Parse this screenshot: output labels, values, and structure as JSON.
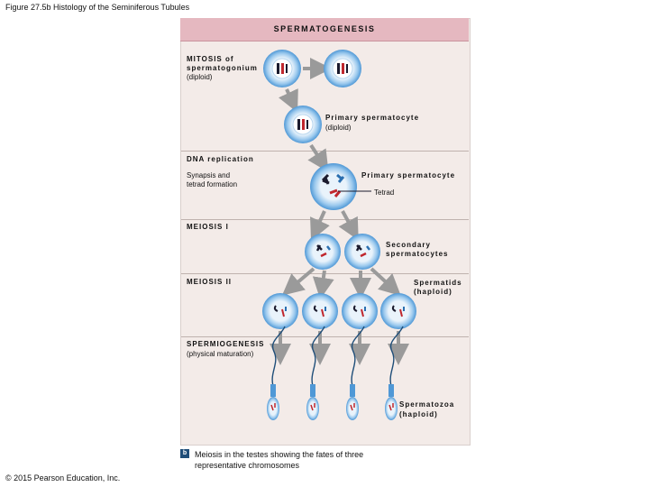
{
  "figure_title": "Figure 27.5b Histology of the Seminiferous Tubules",
  "copyright": "© 2015 Pearson Education, Inc.",
  "header": "SPERMATOGENESIS",
  "labels": {
    "mitosis_line1": "MITOSIS of",
    "mitosis_line2": "spermatogonium",
    "mitosis_line3": "(diploid)",
    "primary1_line1": "Primary spermatocyte",
    "primary1_line2": "(diploid)",
    "dna_replication": "DNA replication",
    "synapsis_line1": "Synapsis and",
    "synapsis_line2": "tetrad formation",
    "primary2": "Primary spermatocyte",
    "tetrad": "Tetrad",
    "meiosis1": "MEIOSIS I",
    "secondary_line1": "Secondary",
    "secondary_line2": "spermatocytes",
    "meiosis2": "MEIOSIS II",
    "spermatids_line1": "Spermatids",
    "spermatids_line2": "(haploid)",
    "spermiogenesis_line1": "SPERMIOGENESIS",
    "spermiogenesis_line2": "(physical maturation)",
    "spermatozoa_line1": "Spermatozoa",
    "spermatozoa_line2": "(haploid)"
  },
  "caption_badge": "b",
  "caption_line1": "Meiosis in the testes showing the fates of three",
  "caption_line2": "representative chromosomes",
  "colors": {
    "cell_outer": "#5aa3dd",
    "cell_inner": "#dfeefa",
    "chromosome_red": "#c0272d",
    "chromosome_dark": "#1b1b2e",
    "chromosome_blue": "#2a6fb0",
    "arrow": "#9a9a9a"
  }
}
